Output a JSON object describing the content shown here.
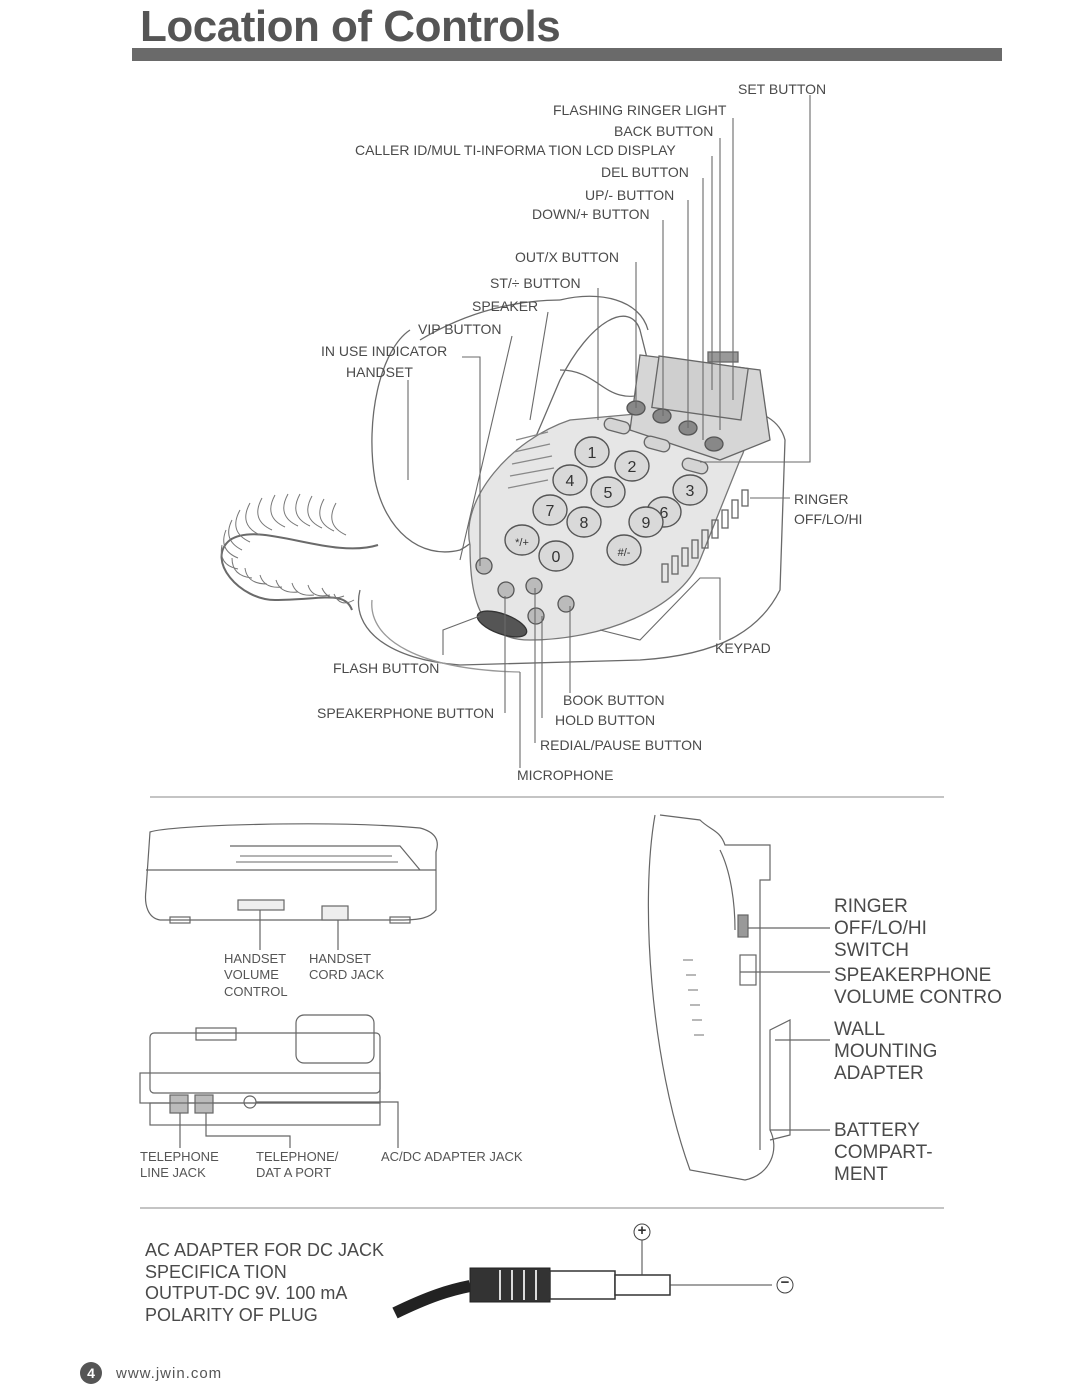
{
  "page": {
    "title": "Location of Controls",
    "page_number": "4",
    "url": "www.jwin.com"
  },
  "phone_front": {
    "labels": {
      "set_button": "SET BUTTON",
      "flashing_ringer_light": "FLASHING RINGER LIGHT",
      "back_button": "BACK BUTTON",
      "lcd_display": "CALLER ID/MUL TI-INFORMA TION LCD DISPLAY",
      "del_button": "DEL BUTTON",
      "up_button": "UP/- BUTTON",
      "down_button": "DOWN/+ BUTTON",
      "out_button": "OUT/X BUTTON",
      "st_button": "ST/÷ BUTTON",
      "speaker": "SPEAKER",
      "vip_button": "VIP BUTTON",
      "in_use_indicator": "IN USE INDICATOR",
      "handset": "HANDSET",
      "ringer_line1": "RINGER",
      "ringer_line2": "OFF/LO/HI",
      "keypad": "KEYPAD",
      "flash_button": "FLASH BUTTON",
      "speakerphone_button": "SPEAKERPHONE BUTTON",
      "book_button": "BOOK BUTTON",
      "hold_button": "HOLD BUTTON",
      "redial_button": "REDIAL/PAUSE BUTTON",
      "microphone": "MICROPHONE"
    },
    "keys": [
      "1",
      "2",
      "3",
      "4",
      "5",
      "6",
      "7",
      "8",
      "9",
      "*/+",
      "0",
      "#/-"
    ]
  },
  "phone_side": {
    "handset_volume": [
      "HANDSET",
      "VOLUME",
      "CONTROL"
    ],
    "handset_cord_jack": [
      "HANDSET",
      "CORD JACK"
    ],
    "telephone_line_jack": [
      "TELEPHONE",
      "LINE JACK"
    ],
    "telephone_data_port": [
      "TELEPHONE/",
      "DAT A PORT"
    ],
    "acdc_jack": "AC/DC ADAPTER JACK"
  },
  "phone_profile": {
    "ringer_switch": [
      "RINGER",
      "OFF/LO/HI",
      "SWITCH"
    ],
    "speakerphone_volume": [
      "SPEAKERPHONE",
      "VOLUME CONTRO"
    ],
    "wall_adapter": [
      "WALL",
      "MOUNTING",
      "ADAPTER"
    ],
    "battery": [
      "BATTERY",
      "COMPART-",
      "MENT"
    ]
  },
  "adapter_spec": {
    "lines": [
      "AC ADAPTER FOR DC JACK",
      "SPECIFICA TION",
      "OUTPUT-DC 9V. 100 mA",
      "POLARITY OF PLUG"
    ],
    "plus_symbol": "+",
    "minus_symbol": "−"
  }
}
